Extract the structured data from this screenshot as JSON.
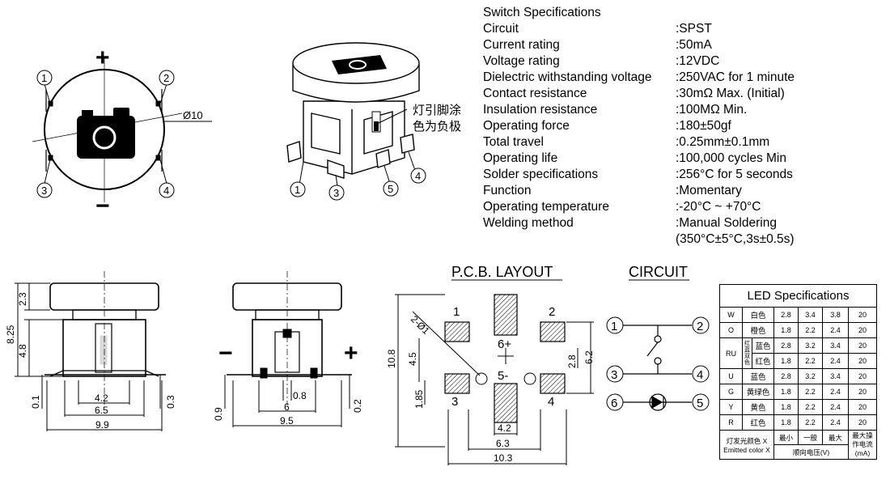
{
  "spec": {
    "title": "Switch Specifications",
    "rows": [
      {
        "k": "Circuit",
        "v": ":SPST"
      },
      {
        "k": "Current rating",
        "v": ":50mA"
      },
      {
        "k": "Voltage rating",
        "v": ":12VDC"
      },
      {
        "k": "Dielectric withstanding voltage",
        "v": ":250VAC for 1 minute"
      },
      {
        "k": "Contact resistance",
        "v": ":30mΩ  Max. (Initial)"
      },
      {
        "k": "Insulation resistance",
        "v": ":100MΩ  Min."
      },
      {
        "k": "Operating force",
        "v": ":180±50gf"
      },
      {
        "k": "Total travel",
        "v": ":0.25mm±0.1mm"
      },
      {
        "k": "Operating life",
        "v": ":100,000 cycles Min"
      },
      {
        "k": "Solder specifications",
        "v": ":256°C for 5 seconds"
      },
      {
        "k": "Function",
        "v": ":Momentary"
      },
      {
        "k": "Operating temperature",
        "v": ":-20°C ~ +70°C"
      },
      {
        "k": "Welding method",
        "v": ":Manual Soldering"
      }
    ],
    "welding_note": "(350°C±5°C,3s±0.5s)"
  },
  "top_view": {
    "plus": "+",
    "minus": "−",
    "pins": [
      "1",
      "2",
      "3",
      "4"
    ],
    "diameter": "Ø10"
  },
  "iso_view": {
    "note_line1": "灯引脚涂",
    "note_line2": "色为负极",
    "pins": [
      "1",
      "3",
      "5",
      "4"
    ]
  },
  "side_view_left": {
    "dims": {
      "height": "8.25",
      "cap": "2.3",
      "body": "4.8",
      "w1": "4.2",
      "w2": "6.5",
      "w3": "9.9",
      "left_small": "0.1",
      "right_small": "0.3"
    }
  },
  "side_view_right": {
    "minus": "−",
    "plus": "+",
    "dims": {
      "d1": "0.8",
      "d2": "6",
      "d3": "9.5",
      "left_small": "0.9",
      "right_small": "0.2"
    }
  },
  "pcb": {
    "title": "P.C.B. LAYOUT",
    "hole": "2-Ø1",
    "pad_labels": [
      "1",
      "2",
      "3",
      "4"
    ],
    "center_plus": "6+",
    "center_minus": "5-",
    "dims": {
      "h1": "10.8",
      "h2": "4.5",
      "h3": "1.85",
      "w1": "4.2",
      "w2": "6.3",
      "w3": "10.3",
      "r1": "2.8",
      "r2": "6.2"
    }
  },
  "circuit": {
    "title": "CIRCUIT",
    "nodes": [
      "1",
      "2",
      "3",
      "4",
      "6",
      "5"
    ]
  },
  "led_table": {
    "title": "LED Specifications",
    "rows": [
      {
        "code": "W",
        "color": "白色",
        "min": "2.8",
        "typ": "3.4",
        "max": "3.8",
        "cur": "20"
      },
      {
        "code": "O",
        "color": "橙色",
        "min": "1.8",
        "typ": "2.2",
        "max": "2.4",
        "cur": "20"
      },
      {
        "code": "RU",
        "group_note": "红蓝双色",
        "color": "蓝色",
        "min": "2.8",
        "typ": "3.2",
        "max": "3.4",
        "cur": "20"
      },
      {
        "color": "红色",
        "min": "1.8",
        "typ": "2.2",
        "max": "2.4",
        "cur": "20"
      },
      {
        "code": "U",
        "color": "蓝色",
        "min": "2.8",
        "typ": "3.2",
        "max": "3.4",
        "cur": "20"
      },
      {
        "code": "G",
        "color": "黄绿色",
        "min": "1.8",
        "typ": "2.2",
        "max": "2.4",
        "cur": "20"
      },
      {
        "code": "Y",
        "color": "黄色",
        "min": "1.8",
        "typ": "2.2",
        "max": "2.4",
        "cur": "20"
      },
      {
        "code": "R",
        "color": "红色",
        "min": "1.8",
        "typ": "2.2",
        "max": "2.4",
        "cur": "20"
      }
    ],
    "footer": {
      "left_cn": "灯发光颜色 X",
      "left_en": "Emitted color X",
      "min": "最小",
      "typ": "一般",
      "max": "最大",
      "vf": "顺向电压(V)",
      "cur_line1": "最大操",
      "cur_line2": "作电流",
      "cur_line3": "(mA)"
    }
  }
}
